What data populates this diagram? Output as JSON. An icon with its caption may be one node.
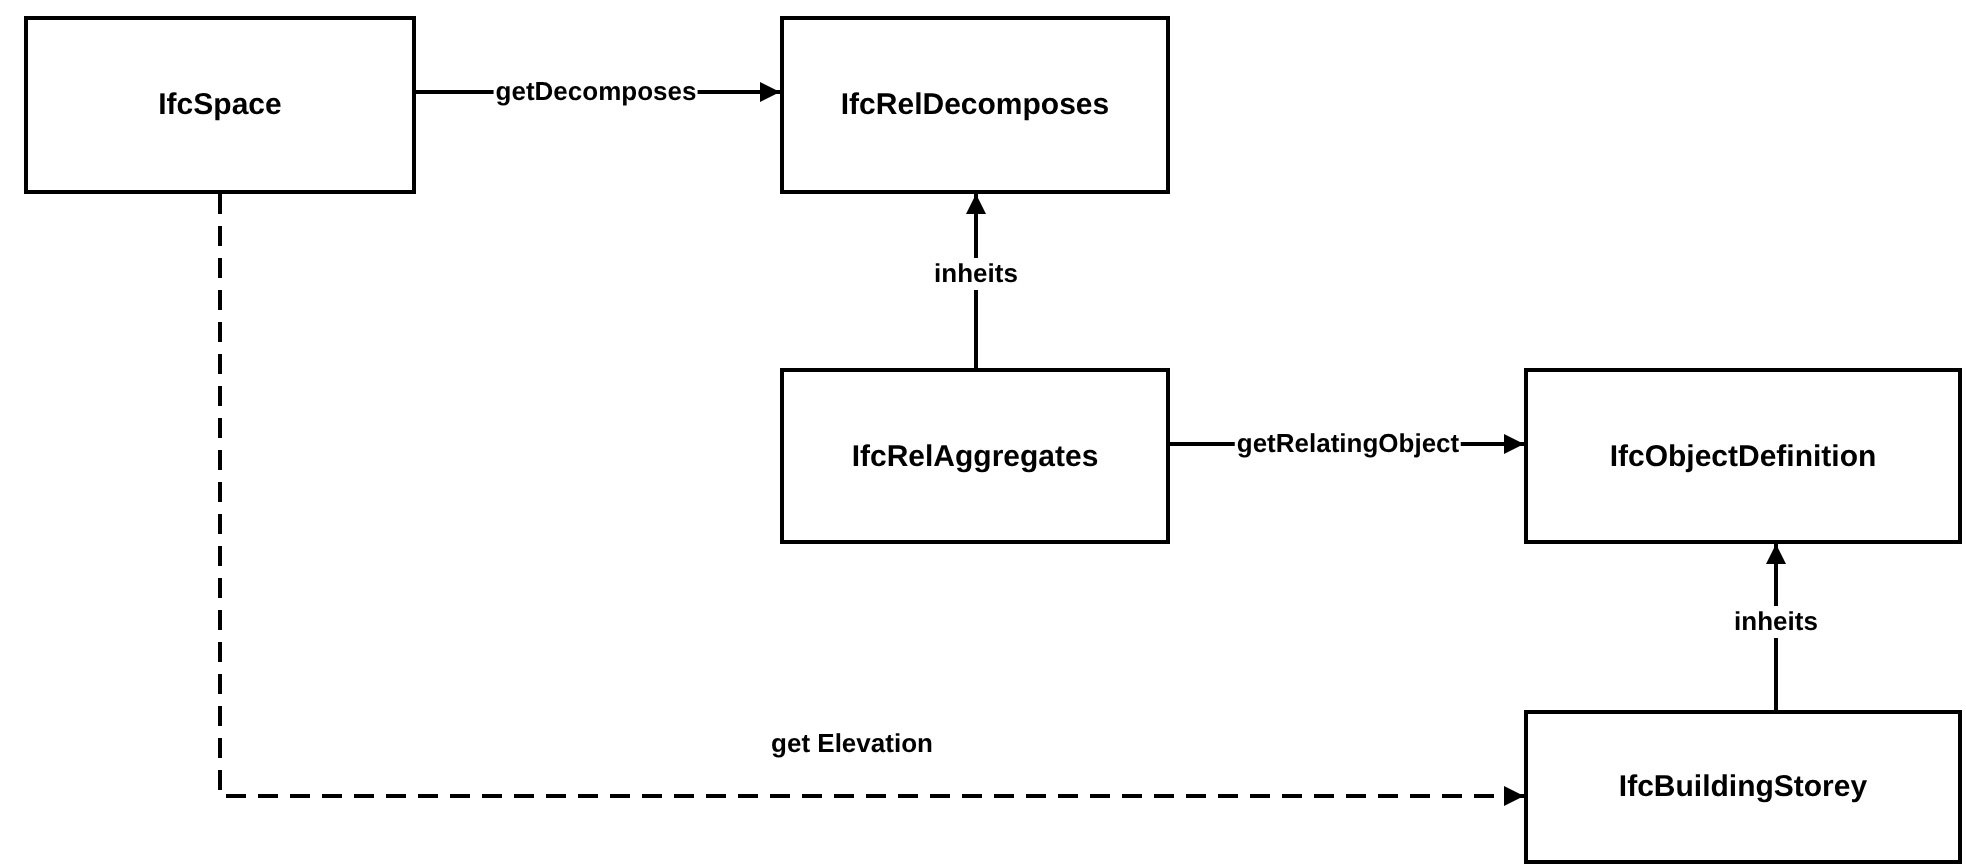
{
  "diagram": {
    "nodes": [
      {
        "text": [
          "IfcSpace"
        ]
      },
      {
        "text": [
          "IfcRelDecomposes"
        ]
      },
      {
        "text": [
          "IfcRelAggregates"
        ]
      },
      {
        "text": [
          "IfcObjectDefinition"
        ]
      },
      {
        "text": [
          "IfcBuildingStorey"
        ]
      }
    ],
    "edges": [
      {
        "from": 0,
        "to": 1,
        "arrow": "to",
        "label": "getDecomposes"
      },
      {
        "from": 2,
        "to": 1,
        "arrow": "to",
        "label": "inheits"
      },
      {
        "from": 2,
        "to": 3,
        "arrow": "to",
        "label": "getRelatingObject"
      },
      {
        "from": 4,
        "to": 3,
        "arrow": "to",
        "label": "inheits"
      },
      {
        "from": 0,
        "to": 4,
        "arrow": "to",
        "label": "get Elevation",
        "style": "dashed"
      }
    ]
  }
}
